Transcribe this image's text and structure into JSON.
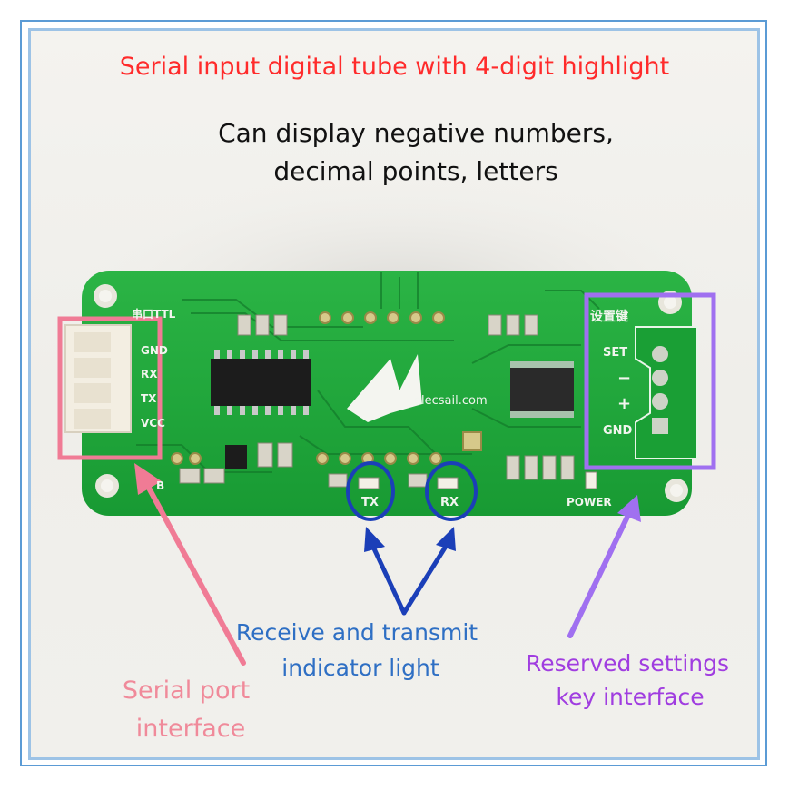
{
  "title": "Serial input digital tube with 4-digit highlight",
  "subtitle_line1": "Can display negative numbers,",
  "subtitle_line2": "decimal points, letters",
  "board": {
    "brand": "elecsail.com",
    "left_header_label": "串口TTL",
    "left_pins": [
      "GND",
      "RX",
      "TX",
      "VCC"
    ],
    "right_header_label": "设置键",
    "right_pins": [
      "SET",
      "−",
      "+",
      "GND"
    ],
    "led_tx": "TX",
    "led_rx": "RX",
    "power_label": "POWER",
    "pin_b": "B"
  },
  "callouts": {
    "indicator_line1": "Receive and transmit",
    "indicator_line2": "indicator light",
    "serial_line1": "Serial port",
    "serial_line2": "interface",
    "settings_line1": "Reserved settings",
    "settings_line2": "key interface"
  },
  "colors": {
    "pcb": "#1ea83a",
    "pink": "#f07b95",
    "blue": "#1b3fb8",
    "purple": "#a070f0"
  }
}
